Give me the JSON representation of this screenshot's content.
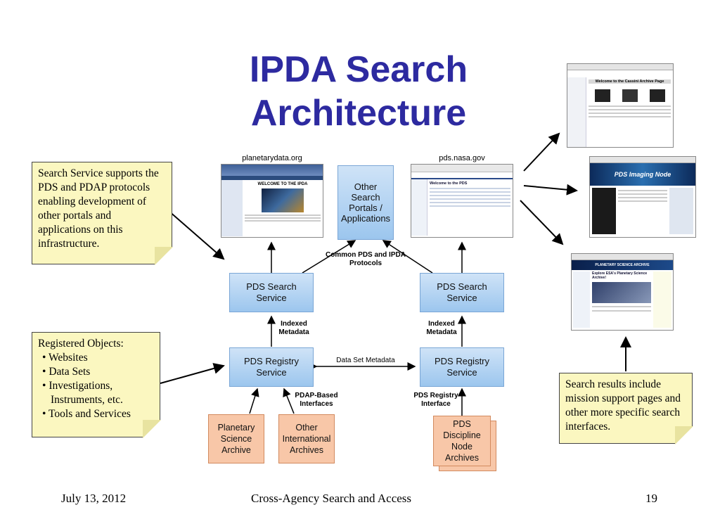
{
  "title": "IPDA Search Architecture",
  "notes": {
    "search_service": "Search Service supports the PDS and PDAP protocols enabling development of other portals and applications on this infrastructure.",
    "registered_objects": {
      "heading": "Registered Objects:",
      "items": [
        "Websites",
        "Data Sets",
        "Investigations, Instruments, etc.",
        "Tools and Services"
      ]
    },
    "search_results": "Search results include mission support pages and other more specific search interfaces."
  },
  "diagram": {
    "site_planetarydata": "planetarydata.org",
    "site_pds": "pds.nasa.gov",
    "other_portals": "Other Search Portals / Applications",
    "common_protocols": "Common PDS and IPDA Protocols",
    "search_service_left": "PDS Search Service",
    "search_service_right": "PDS Search Service",
    "indexed_left": "Indexed Metadata",
    "indexed_right": "Indexed Metadata",
    "registry_left": "PDS Registry Service",
    "registry_right": "PDS Registry Service",
    "data_set_metadata": "Data Set Metadata",
    "pdap_interfaces": "PDAP-Based Interfaces",
    "pds_registry_interface": "PDS Registry Interface",
    "planetary_science_archive": "Planetary Science Archive",
    "other_international_archives": "Other International Archives",
    "pds_discipline_node_archives": "PDS Discipline Node Archives"
  },
  "screenshots": {
    "ipda_welcome": "WELCOME TO THE IPDA",
    "pds_welcome": "Welcome to the PDS",
    "cassini": "Welcome to the Cassini Archive Page",
    "imaging_node": "PDS Imaging Node",
    "esa": "PLANETARY SCIENCE ARCHIVE",
    "esa_sub": "Explore ESA's Planetary Science Archive!"
  },
  "footer": {
    "date": "July 13, 2012",
    "center": "Cross-Agency Search and Access",
    "page": "19"
  },
  "colors": {
    "title": "#2d2aa0",
    "note_bg": "#fbf7c0",
    "box_blue": "#aed0f1",
    "box_orange": "#f8c7a8"
  }
}
